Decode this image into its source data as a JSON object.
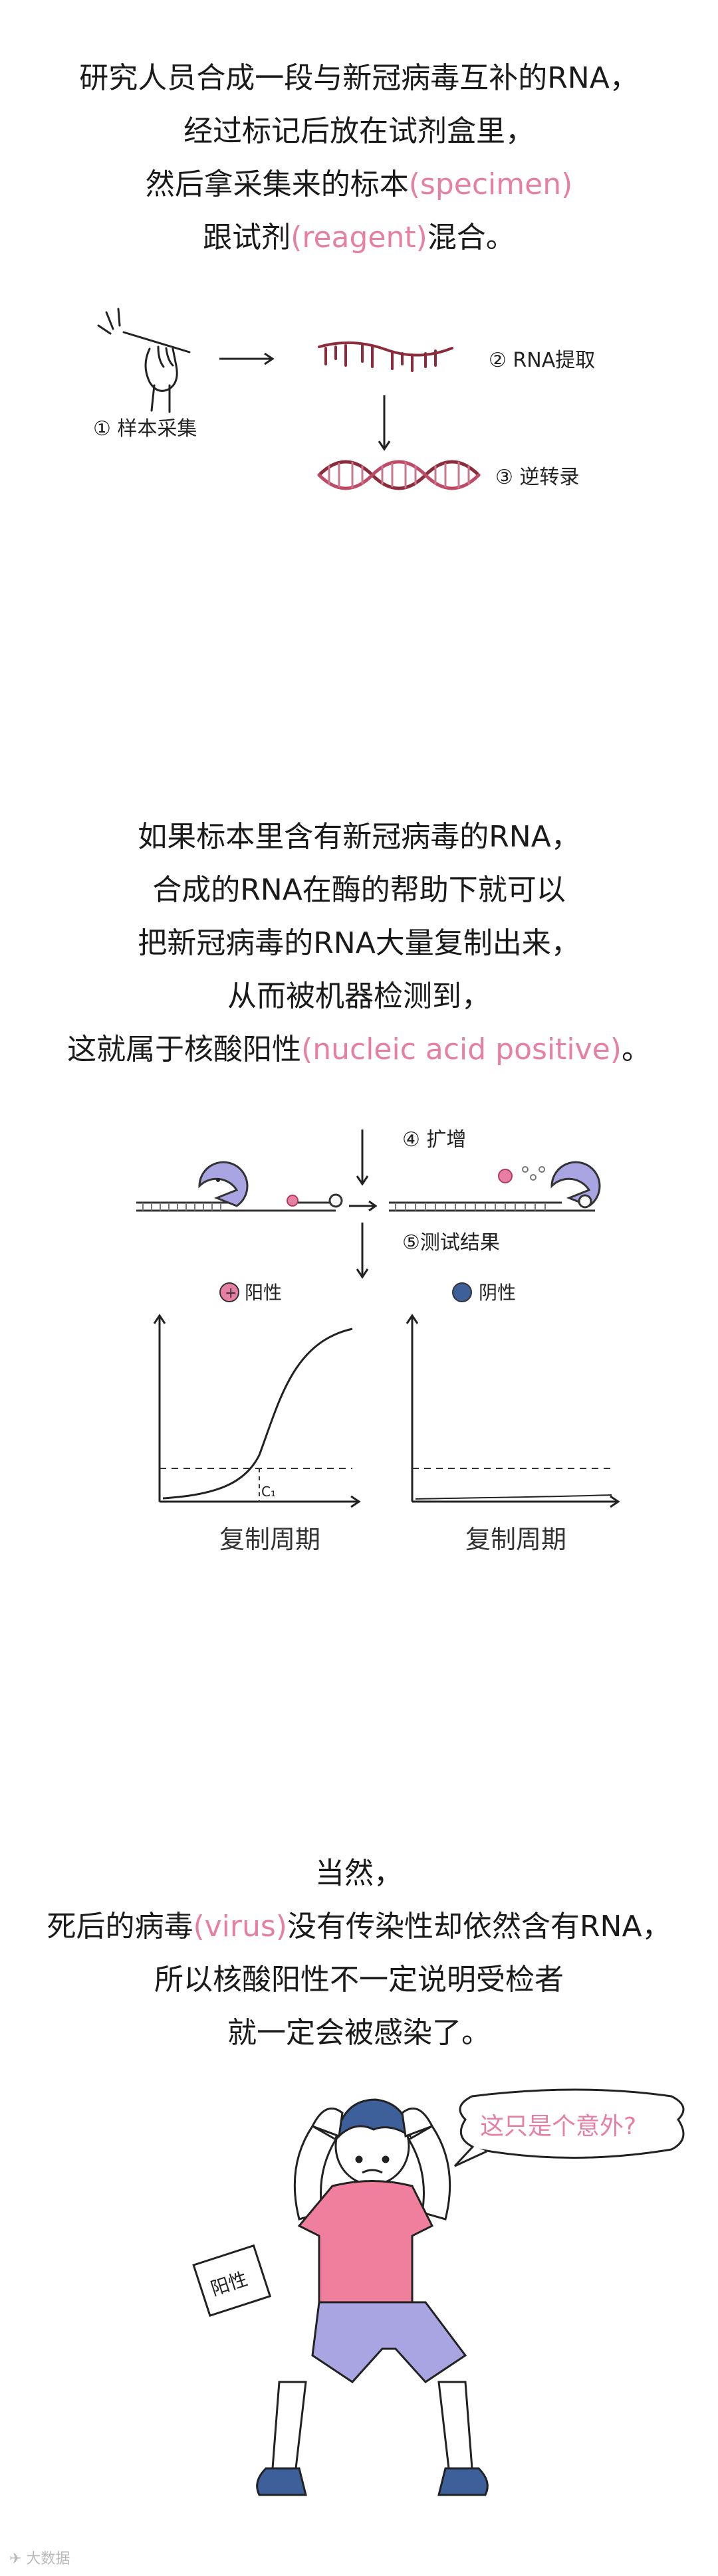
{
  "section1": {
    "line1": "研究人员合成一段与新冠病毒互补的RNA，",
    "line2": "经过标记后放在试剂盒里，",
    "line3_pre": "然后拿采集来的标本",
    "line3_term": "(specimen)",
    "line4_pre": "跟试剂",
    "line4_term": "(reagent)",
    "line4_post": "混合。"
  },
  "diagram1": {
    "step1": "① 样本采集",
    "step2": "② RNA提取",
    "step3": "③ 逆转录"
  },
  "section2": {
    "line1": "如果标本里含有新冠病毒的RNA，",
    "line2": "合成的RNA在酶的帮助下就可以",
    "line3": "把新冠病毒的RNA大量复制出来，",
    "line4": "从而被机器检测到，",
    "line5_pre": "这就属于核酸阳性",
    "line5_term": "(nucleic acid positive)",
    "line5_post": "。"
  },
  "diagram2": {
    "step4": "④ 扩增",
    "step5": "⑤测试结果",
    "positive_label": "阳性",
    "negative_label": "阴性",
    "ct_label": "C₁",
    "xlabel_left": "复制周期",
    "xlabel_right": "复制周期"
  },
  "section3": {
    "line1": "当然，",
    "line2_pre": "死后的病毒",
    "line2_term": "(virus)",
    "line2_post": "没有传染性却依然含有RNA，",
    "line3": "所以核酸阳性不一定说明受检者",
    "line4": "就一定会被感染了。"
  },
  "illustration": {
    "speech": "这只是个意外?",
    "paper": "阳性"
  },
  "watermark": "✈ 大数据",
  "colors": {
    "pink": "#e77fa5",
    "blue": "#3d5f9a",
    "purple": "#a9a5e3",
    "shirt": "#ef7f9d",
    "shorts": "#a9a5e3"
  }
}
